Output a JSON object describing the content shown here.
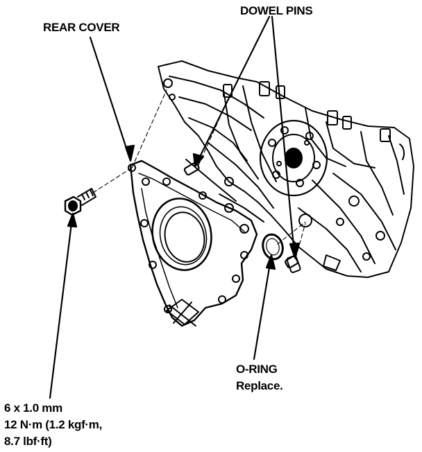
{
  "labels": {
    "rear_cover": "REAR COVER",
    "dowel_pins": "DOWEL PINS",
    "o_ring": "O-RING",
    "o_ring_note": "Replace.",
    "bolt_size": "6 x 1.0 mm",
    "bolt_torque_line1": "12 N·m (1.2 kgf·m,",
    "bolt_torque_line2": "8.7 lbf·ft)"
  },
  "colors": {
    "ink": "#000000",
    "paper": "#ffffff"
  }
}
